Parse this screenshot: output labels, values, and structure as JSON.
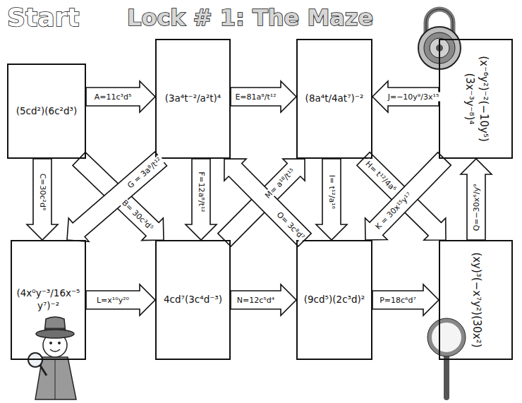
{
  "diagram": {
    "title": "Lock # 1: The Maze",
    "nodes": [
      {
        "text": [
          "(5cd²)(6c²d³)"
        ]
      },
      {
        "text": [
          "(3a⁴t⁻²/a²t)⁴"
        ]
      },
      {
        "text": [
          "(8a⁴t/4at⁷)⁻²"
        ]
      },
      {
        "text": [
          "(x⁻⁶y²)⁻²(−10y⁵)(3x⁻³y⁻⁸)⁴"
        ]
      },
      {
        "text": [
          "(4x⁰y⁻³/16x⁻⁵y⁷)⁻²"
        ]
      },
      {
        "text": [
          "4cd⁷(3c⁴d⁻³)"
        ]
      },
      {
        "text": [
          "(9cd⁵)(2c³d)²"
        ]
      },
      {
        "text": [
          "(xy)³(−x⁷y²)(30x²)"
        ]
      }
    ],
    "edges": [
      {
        "from": 0,
        "to": 1,
        "arrow": "to",
        "label": "A=11c³d⁵"
      },
      {
        "from": 0,
        "to": 5,
        "arrow": "to",
        "label": "B= 30c³d⁵"
      },
      {
        "from": 0,
        "to": 4,
        "arrow": "to",
        "label": "C=30c²d⁶"
      },
      {
        "from": 1,
        "to": 2,
        "arrow": "to",
        "label": "E=81a⁸/t¹²"
      },
      {
        "from": 1,
        "to": 5,
        "arrow": "to",
        "label": "F=12a⁸/t¹²"
      },
      {
        "from": 1,
        "to": 4,
        "arrow": "to",
        "label": "G = 3a⁸/t¹²"
      },
      {
        "from": 2,
        "to": 7,
        "arrow": "to",
        "label": "H= t¹²/4a⁶"
      },
      {
        "from": 2,
        "to": 6,
        "arrow": "to",
        "label": "I= t¹²/a¹⁶"
      },
      {
        "from": 3,
        "to": 2,
        "arrow": "to",
        "label": "J=−10y⁹/3x¹⁵"
      },
      {
        "from": 3,
        "to": 6,
        "arrow": "to",
        "label": "K = 30x¹⁵y¹⁷"
      },
      {
        "from": 4,
        "to": 5,
        "arrow": "to",
        "label": "L=x¹⁰y²⁰"
      },
      {
        "from": 5,
        "to": 2,
        "arrow": "to",
        "label": "M= a¹⁸/t¹⁵"
      },
      {
        "from": 5,
        "to": 6,
        "arrow": "to",
        "label": "N=12c⁵d⁴"
      },
      {
        "from": 6,
        "to": 1,
        "arrow": "to",
        "label": "O= 3c⁸d⁷"
      },
      {
        "from": 6,
        "to": 7,
        "arrow": "to",
        "label": "P=18c⁶d⁷"
      },
      {
        "from": 7,
        "to": 3,
        "arrow": "to",
        "label": "Q=−30x⁶/y⁹"
      }
    ],
    "labels": [
      "Start"
    ]
  }
}
